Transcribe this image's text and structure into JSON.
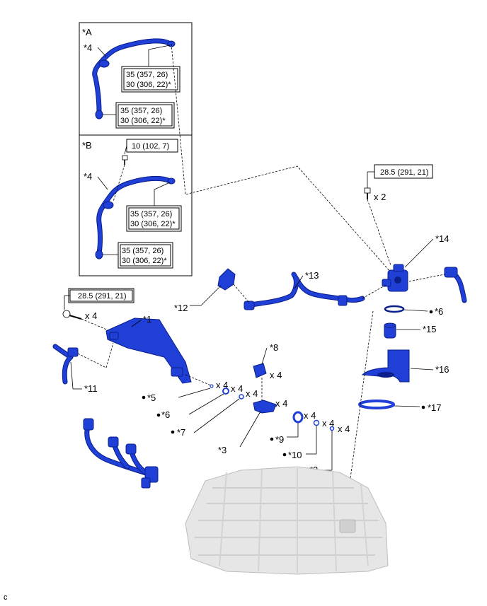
{
  "views": {
    "a": {
      "label": "*A",
      "part_label": "*4",
      "torque_upper": [
        "35 (357, 26)",
        "30 (306, 22)*"
      ],
      "torque_lower": [
        "35 (357, 26)",
        "30 (306, 22)*"
      ]
    },
    "b": {
      "label": "*B",
      "part_label": "*4",
      "bolt_torque": "10 (102, 7)",
      "torque_upper": [
        "35 (357, 26)",
        "30 (306, 22)*"
      ],
      "torque_lower": [
        "35 (357, 26)",
        "30 (306, 22)*"
      ]
    }
  },
  "torques": {
    "pump_bolts": "28.5 (291, 21)",
    "rail_bolts": "28.5 (291, 21)"
  },
  "quantities": {
    "pump_bolts": "x 2",
    "rail_bolts": "x 4",
    "q5": "x 4",
    "q6": "x 4",
    "q8": "x 4",
    "q3": "x 4",
    "q9": "x 4",
    "q10": "x 4",
    "q2": "x 4"
  },
  "callouts": {
    "c1": "*1",
    "c2": "*2",
    "c3": "*3",
    "c5": "*5",
    "c6a": "*6",
    "c6b": "*6",
    "c7": "*7",
    "c8": "*8",
    "c9": "*9",
    "c10": "*10",
    "c11": "*11",
    "c12": "*12",
    "c13": "*13",
    "c14": "*14",
    "c15": "*15",
    "c16": "*16",
    "c17": "*17"
  },
  "corner_mark": "c",
  "colors": {
    "part": "#1f3fd6",
    "part_edge": "#0a1f8a",
    "engine": "#d9d9d9"
  }
}
